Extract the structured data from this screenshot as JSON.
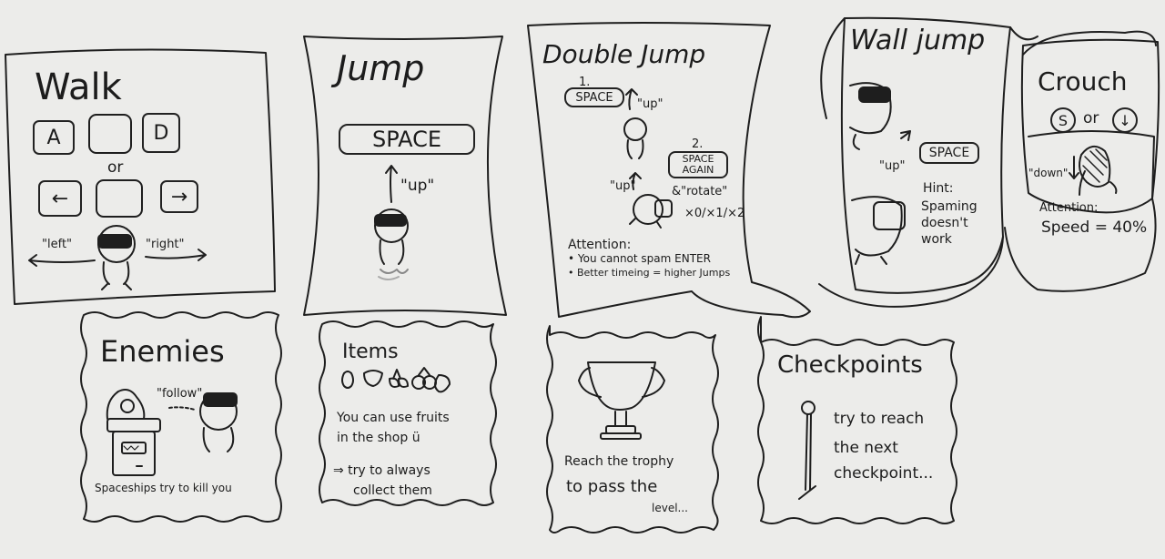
{
  "walk": {
    "title": "Walk",
    "key_a": "A",
    "key_d": "D",
    "or": "or",
    "arrow_left": "←",
    "arrow_right": "→",
    "left": "\"left\"",
    "right": "\"right\""
  },
  "jump": {
    "title": "Jump",
    "key": "SPACE",
    "up": "\"up\""
  },
  "double_jump": {
    "title": "Double Jump",
    "step1": "1.",
    "key1": "SPACE",
    "up1": "\"up\"",
    "step2": "2.",
    "key2_line1": "SPACE",
    "key2_line2": "AGAIN",
    "rotate": "&\"rotate\"",
    "multipliers": "×0/×1/×2",
    "up2": "\"up\"",
    "attention": "Attention:",
    "note1": "• You cannot spam ENTER",
    "note2": "• Better timeing = higher Jumps"
  },
  "wall_jump": {
    "title": "Wall jump",
    "up": "\"up\"",
    "key": "SPACE",
    "hint1": "Hint:",
    "hint2": "Spaming",
    "hint3": "doesn't",
    "hint4": "work"
  },
  "crouch": {
    "title": "Crouch",
    "key_s": "S",
    "or": "or",
    "key_down": "↓",
    "down": "\"down\"",
    "attention": "Attention:",
    "speed": "Speed = 40%"
  },
  "enemies": {
    "title": "Enemies",
    "follow": "\"follow\"",
    "caption": "Spaceships try to kill you"
  },
  "items": {
    "title": "Items",
    "line1": "You can use fruits",
    "line2": "in the shop ü",
    "line3": "⇒ try to always",
    "line4": "collect them"
  },
  "trophy": {
    "line1": "Reach the trophy",
    "line2": "to pass the",
    "line3": "level..."
  },
  "checkpoints": {
    "title": "Checkpoints",
    "line1": "try to reach",
    "line2": "the next",
    "line3": "checkpoint..."
  }
}
